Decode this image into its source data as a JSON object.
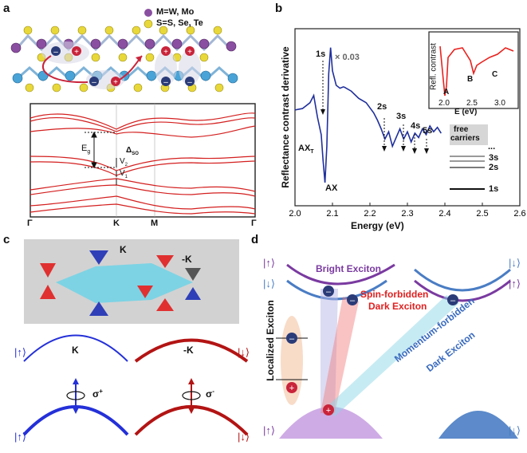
{
  "panels": {
    "a": {
      "letter": "a",
      "legend_metal": "M=W, Mo",
      "legend_chalcogen": "S=S, Se, Te",
      "band_labels": {
        "eg": "E",
        "eg_sub": "g",
        "dso": "Δ",
        "dso_sub": "SO",
        "v2": "V",
        "v2_sub": "2",
        "v1": "V",
        "v1_sub": "1"
      },
      "kpath": [
        "Γ",
        "K",
        "M",
        "Γ"
      ],
      "colors": {
        "metal": "#8a4fa0",
        "chalcogen": "#e8d83a",
        "bands": "#d41f1f"
      }
    },
    "b": {
      "letter": "b",
      "ylabel": "Reflectance contrast derivative",
      "xlabel": "Energy (eV)",
      "xticks": [
        "2.0",
        "2.1",
        "2.2",
        "2.3",
        "2.4",
        "2.5",
        "2.6"
      ],
      "scale_note": "× 0.03",
      "peaks": {
        "p1s": "1s",
        "p2s": "2s",
        "p3s": "3s",
        "p4s": "4s",
        "p5s": "5s",
        "ax": "AX",
        "axt": "AX",
        "axt_sub": "T"
      },
      "ladder": {
        "title1": "free",
        "title2": "carriers",
        "dots": "...",
        "l3s": "3s",
        "l2s": "2s",
        "l1s": "1s"
      },
      "inset": {
        "ylabel": "Refl. contrast",
        "xlabel": "E (eV)",
        "xticks": [
          "2.0",
          "2.5",
          "3.0"
        ],
        "A": "A",
        "B": "B",
        "C": "C"
      }
    },
    "c": {
      "letter": "c",
      "valleys": {
        "k": "K",
        "mk": "-K"
      },
      "spin_up": "|↑⟩",
      "spin_down": "|↓⟩",
      "sigma_plus": "σ",
      "sigma_plus_sup": "+",
      "sigma_minus": "σ",
      "sigma_minus_sup": "-"
    },
    "d": {
      "letter": "d",
      "bright": "Bright Exciton",
      "spin_dark1": "Spin-forbidden",
      "spin_dark2": "Dark Exciton",
      "momentum_dark1": "Momentum-forbidden",
      "momentum_dark2": "Dark Exciton",
      "localized": "Localized Exciton",
      "spin_up": "|↑⟩",
      "spin_down": "|↓⟩"
    }
  },
  "chart_data": {
    "type": "line",
    "title": "",
    "xlabel": "Energy (eV)",
    "ylabel": "Reflectance contrast derivative",
    "xlim": [
      2.0,
      2.6
    ],
    "grid": false,
    "series": [
      {
        "x": [
          2.0,
          2.02,
          2.04,
          2.05,
          2.06,
          2.07,
          2.075,
          2.08,
          2.085,
          2.09,
          2.095,
          2.1,
          2.11,
          2.12,
          2.13
        ],
        "values": [
          0.55,
          0.56,
          0.6,
          0.65,
          0.5,
          0.38,
          0.2,
          0.05,
          0.3,
          0.8,
          0.98,
          0.82,
          0.72,
          0.7,
          0.71
        ]
      },
      {
        "x": [
          2.13,
          2.15,
          2.17,
          2.19,
          2.21,
          2.22,
          2.23,
          2.24,
          2.25,
          2.26,
          2.27,
          2.28,
          2.29,
          2.3,
          2.31,
          2.32,
          2.33,
          2.34,
          2.35,
          2.36,
          2.37,
          2.38,
          2.39
        ],
        "values": [
          0.71,
          0.68,
          0.63,
          0.6,
          0.53,
          0.48,
          0.42,
          0.35,
          0.4,
          0.3,
          0.36,
          0.42,
          0.35,
          0.4,
          0.33,
          0.39,
          0.36,
          0.42,
          0.38,
          0.44,
          0.4,
          0.43,
          0.39
        ]
      }
    ],
    "annotations": [
      "1s",
      "2s",
      "3s",
      "4s",
      "5s",
      "AX",
      "AXT",
      "× 0.03"
    ]
  }
}
